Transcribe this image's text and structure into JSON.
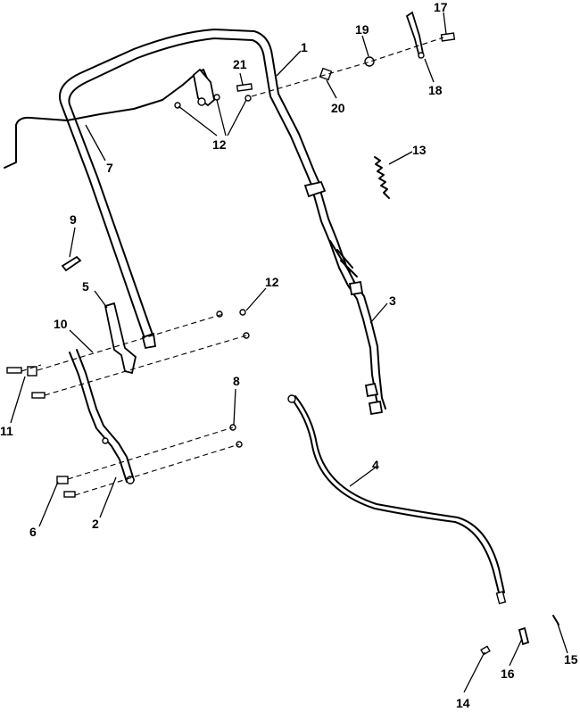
{
  "callouts": {
    "c1": "1",
    "c2": "2",
    "c3": "3",
    "c4": "4",
    "c5": "5",
    "c6": "6",
    "c7": "7",
    "c8": "8",
    "c9": "9",
    "c10": "10",
    "c11": "11",
    "c12a": "12",
    "c12b": "12",
    "c13": "13",
    "c14": "14",
    "c15": "15",
    "c16": "16",
    "c17": "17",
    "c18": "18",
    "c19": "19",
    "c20": "20",
    "c21": "21"
  },
  "colors": {
    "line": "#000000",
    "background": "#ffffff"
  }
}
